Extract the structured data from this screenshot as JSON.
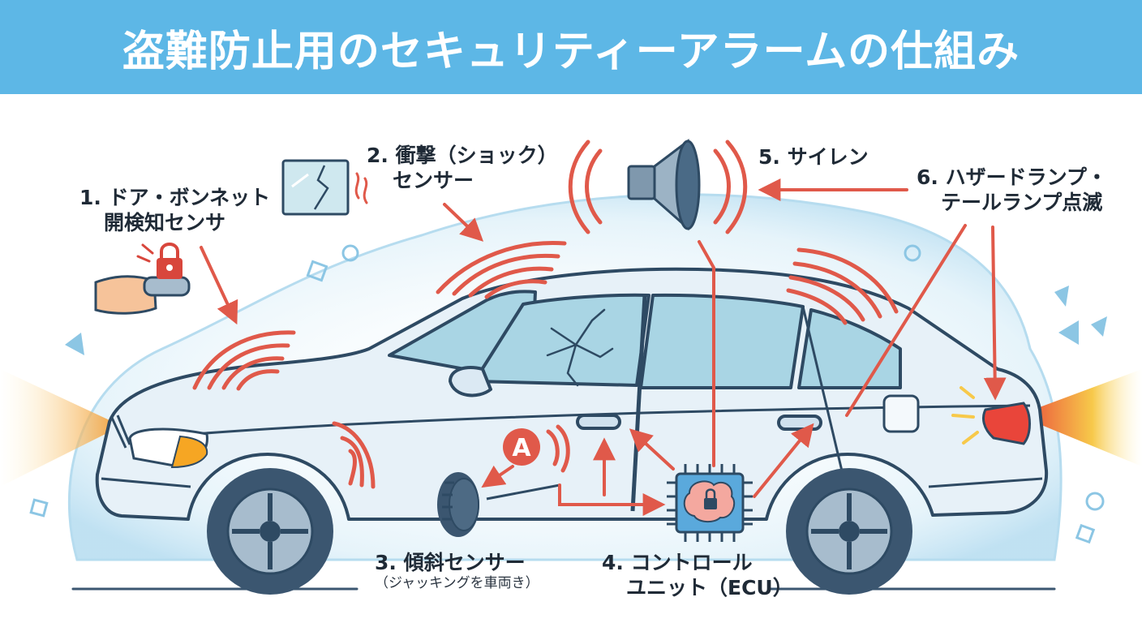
{
  "title": "盗難防止用のセキュリティーアラームの仕組み",
  "labels": {
    "door": {
      "line1": "1. ドア・ボンネット",
      "line2": "開検知センサ"
    },
    "shock": {
      "line1": "2. 衝撃（ショック）",
      "line2": "センサー"
    },
    "tilt": {
      "line1": "3. 傾斜センサー",
      "line2": "（ジャッキングを車両き）"
    },
    "ecu": {
      "line1": "4. コントロール",
      "line2": "ユニット（ECU）"
    },
    "siren": {
      "line1": "5. サイレン"
    },
    "lamp": {
      "line1": "6. ハザードランプ・",
      "line2": "テールランプ点滅"
    }
  },
  "badge": "A",
  "colors": {
    "header": "#5db7e6",
    "arrow": "#e0594a",
    "wave": "#e0594a",
    "car_body": "#e7f1f8",
    "car_outline": "#2e4a63",
    "glass": "#a9d5e4",
    "tire": "#3b5670",
    "ecu_chip": "#5aa9dc",
    "light_beam": "#f7c94a"
  },
  "icons": [
    "hand-icon",
    "lock-icon",
    "broken-glass-icon",
    "speaker-icon",
    "ecu-chip-icon",
    "wheel-icon",
    "headlight-icon",
    "taillight-icon"
  ]
}
